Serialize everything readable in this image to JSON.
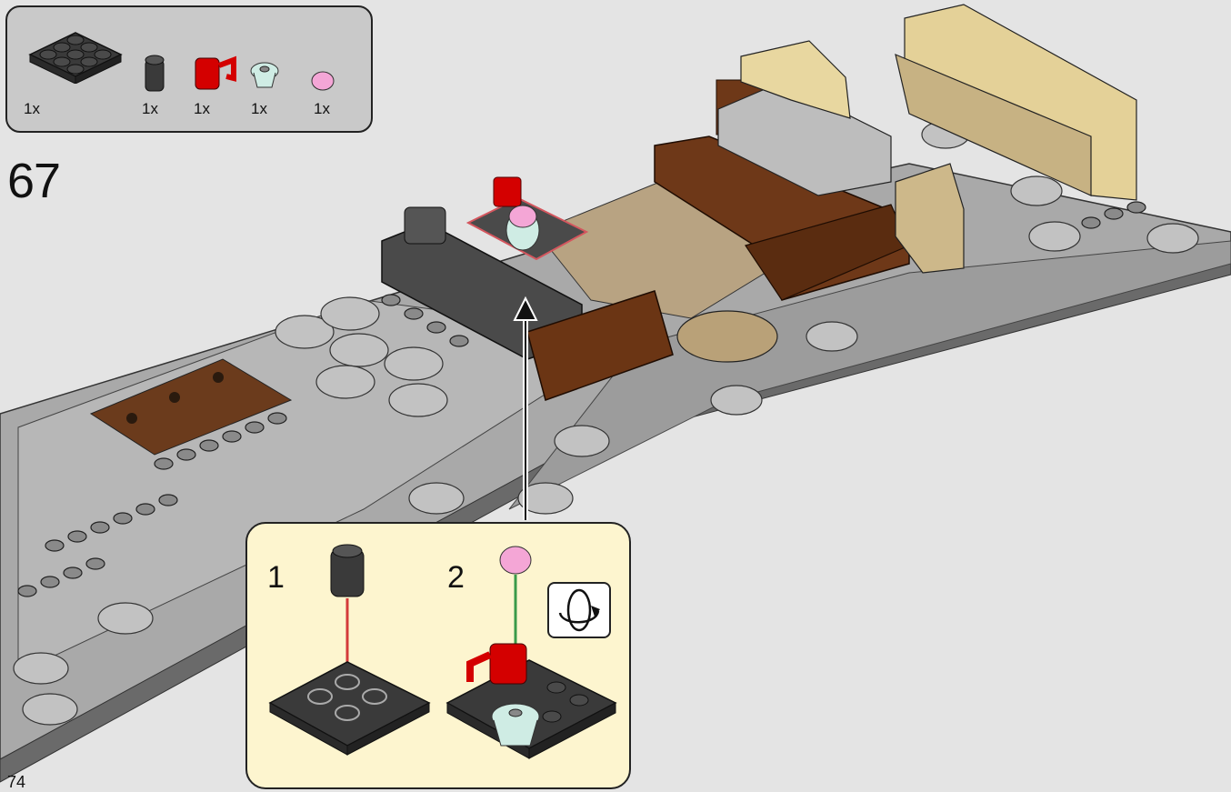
{
  "step": {
    "number": "67",
    "page_number": "74"
  },
  "parts_list": {
    "items": [
      {
        "name": "plate-2x2",
        "qty": "1x",
        "color": "#3a3a3a"
      },
      {
        "name": "round-brick-1x1",
        "qty": "1x",
        "color": "#3a3a3a"
      },
      {
        "name": "cup",
        "qty": "1x",
        "color": "#d40000"
      },
      {
        "name": "cupcake-base",
        "qty": "1x",
        "color": "#cfece4"
      },
      {
        "name": "cupcake-top",
        "qty": "1x",
        "color": "#f4a6d6"
      }
    ]
  },
  "callout": {
    "substeps": [
      {
        "number": "1",
        "arrow_color": "#d33a3a"
      },
      {
        "number": "2",
        "arrow_color": "#3a9a4a"
      }
    ],
    "icon": "rotate-model-icon"
  },
  "colors": {
    "background": "#e4e4e4",
    "parts_box": "#c9c9c9",
    "callout_bg": "#fdf5cf",
    "highlight": "#d4565e"
  }
}
